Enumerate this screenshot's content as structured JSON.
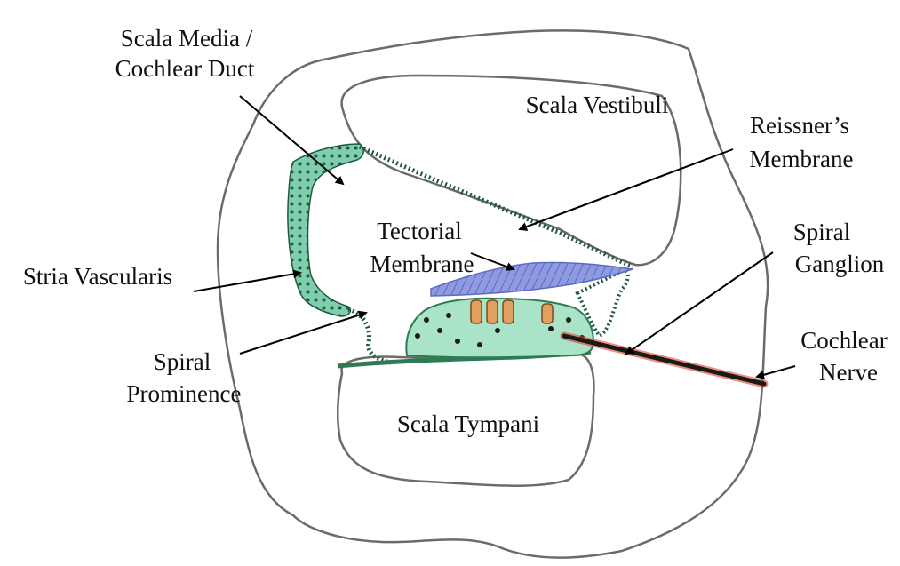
{
  "labels": {
    "scala_media": [
      "Scala Media /",
      "Cochlear Duct"
    ],
    "scala_vestibuli": "Scala Vestibuli",
    "reissners_membrane": [
      "Reissner’s",
      "Membrane"
    ],
    "tectorial_membrane": [
      "Tectorial",
      "Membrane"
    ],
    "spiral_ganglion": [
      "Spiral",
      "Ganglion"
    ],
    "stria_vascularis": "Stria Vascularis",
    "cochlear_nerve": [
      "Cochlear",
      "Nerve"
    ],
    "spiral_prominence": [
      "Spiral",
      "Prominence"
    ],
    "scala_tympani": "Scala Tympani"
  },
  "colors": {
    "outline": "#6b6b6b",
    "tissue_green": "#7fcfae",
    "tissue_dark": "#1f5a40",
    "tectorial_blue": "#8f9be0",
    "nerve": "#1a1a1a",
    "nerve_glow": "#e0452a",
    "hair_cell": "#e0a060"
  }
}
